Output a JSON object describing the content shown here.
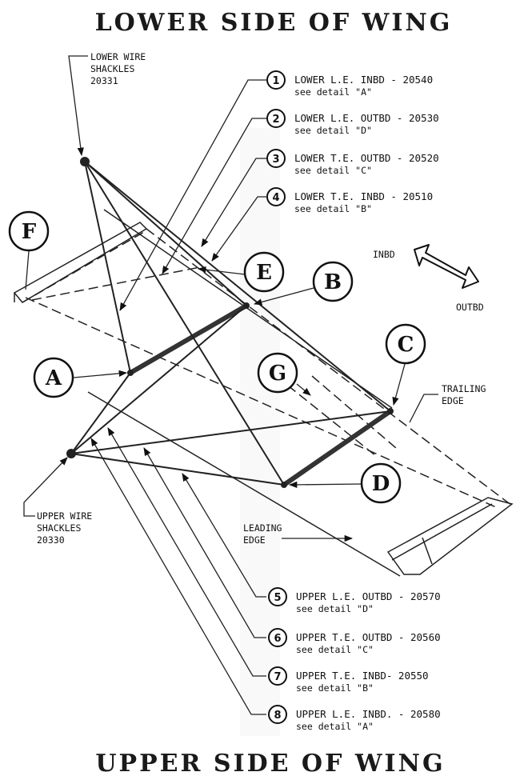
{
  "titles": {
    "top": "LOWER SIDE OF WING",
    "bottom": "UPPER SIDE OF WING"
  },
  "labels": {
    "lower_shackles": [
      "LOWER WIRE",
      "SHACKLES",
      "20331"
    ],
    "upper_shackles": [
      "UPPER WIRE",
      "SHACKLES",
      "20330"
    ],
    "trailing_edge": [
      "TRAILING",
      "EDGE"
    ],
    "leading_edge": [
      "LEADING",
      "EDGE"
    ],
    "inbd": "INBD",
    "outbd": "OUTBD"
  },
  "details": {
    "A": "A",
    "B": "B",
    "C": "C",
    "D": "D",
    "E": "E",
    "F": "F",
    "G": "G"
  },
  "callouts": [
    {
      "num": "1",
      "line1": "LOWER L.E. INBD - 20540",
      "line2": "see detail \"A\""
    },
    {
      "num": "2",
      "line1": "LOWER L.E. OUTBD - 20530",
      "line2": "see detail \"D\""
    },
    {
      "num": "3",
      "line1": "LOWER T.E. OUTBD - 20520",
      "line2": "see detail \"C\""
    },
    {
      "num": "4",
      "line1": "LOWER T.E. INBD - 20510",
      "line2": "see detail \"B\""
    },
    {
      "num": "5",
      "line1": "UPPER L.E. OUTBD - 20570",
      "line2": "see detail \"D\""
    },
    {
      "num": "6",
      "line1": "UPPER T.E. OUTBD - 20560",
      "line2": "see detail \"C\""
    },
    {
      "num": "7",
      "line1": "UPPER T.E. INBD- 20550",
      "line2": "see detail \"B\""
    },
    {
      "num": "8",
      "line1": "UPPER L.E. INBD. - 20580",
      "line2": "see detail \"A\""
    }
  ]
}
